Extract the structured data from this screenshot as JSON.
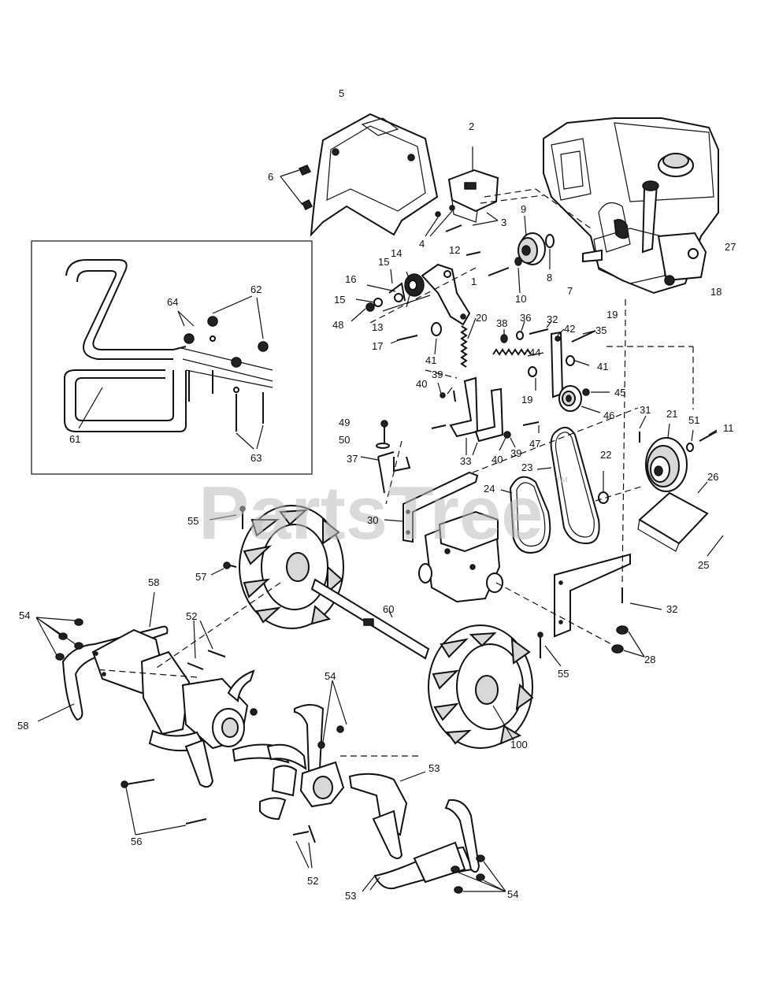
{
  "watermark": {
    "text": "PartsTree",
    "trademark": "™"
  },
  "callouts": {
    "c5": "5",
    "c2": "2",
    "c6": "6",
    "c3": "3",
    "c4": "4",
    "c9": "9",
    "c12": "12",
    "c14": "14",
    "c15a": "15",
    "c16": "16",
    "c15b": "15",
    "c48": "48",
    "c13": "13",
    "c1": "1",
    "c10": "10",
    "c8": "8",
    "c7": "7",
    "c27": "27",
    "c18": "18",
    "c19a": "19",
    "c17": "17",
    "c41a": "41",
    "c20": "20",
    "c38": "38",
    "c36": "36",
    "c32a": "32",
    "c42": "42",
    "c35": "35",
    "c44": "44",
    "c41b": "41",
    "c40a": "40",
    "c39a": "39",
    "c19b": "19",
    "c45": "45",
    "c46": "46",
    "c49": "49",
    "c50": "50",
    "c37": "37",
    "c33": "33",
    "c40b": "40",
    "c39b": "39",
    "c47": "47",
    "c23": "23",
    "c31": "31",
    "c21": "21",
    "c51": "51",
    "c11": "11",
    "c22": "22",
    "c24": "24",
    "c26": "26",
    "c30": "30",
    "c25": "25",
    "c55a": "55",
    "c57": "57",
    "c60": "60",
    "c32b": "32",
    "c28": "28",
    "c55b": "55",
    "c100": "100",
    "c58a": "58",
    "c54a": "54",
    "c52a": "52",
    "c58b": "58",
    "c54b": "54",
    "c53a": "53",
    "c56": "56",
    "c52b": "52",
    "c53b": "53",
    "c54c": "54",
    "c64": "64",
    "c62": "62",
    "c61": "61",
    "c63": "63"
  }
}
